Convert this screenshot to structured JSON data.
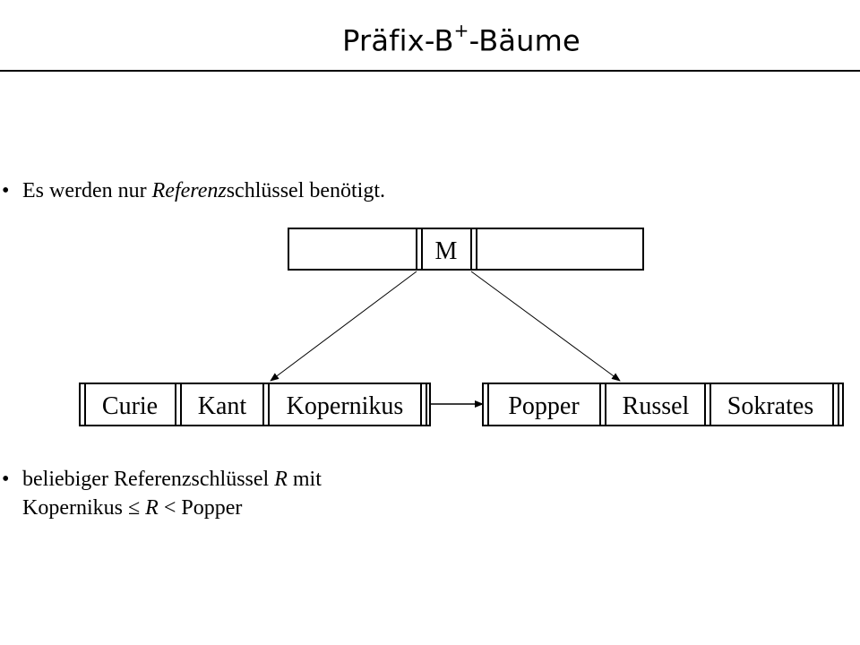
{
  "slide": {
    "title_main": "Präfix-B",
    "title_sup": "+",
    "title_rest": "-Bäume"
  },
  "bullets": [
    {
      "part1": "Es werden nur ",
      "emphasis": "Referenz",
      "part2": "schlüssel benötigt."
    },
    {
      "line1_a": "beliebiger Referenzschlüssel ",
      "line1_var": "R",
      "line1_b": " mit",
      "line2_a": "Kopernikus ≤ ",
      "line2_var": "R",
      "line2_b": " < Popper"
    }
  ],
  "tree": {
    "root_key": "M",
    "left_leaf": [
      "Curie",
      "Kant",
      "Kopernikus"
    ],
    "right_leaf": [
      "Popper",
      "Russel",
      "Sokrates"
    ]
  }
}
